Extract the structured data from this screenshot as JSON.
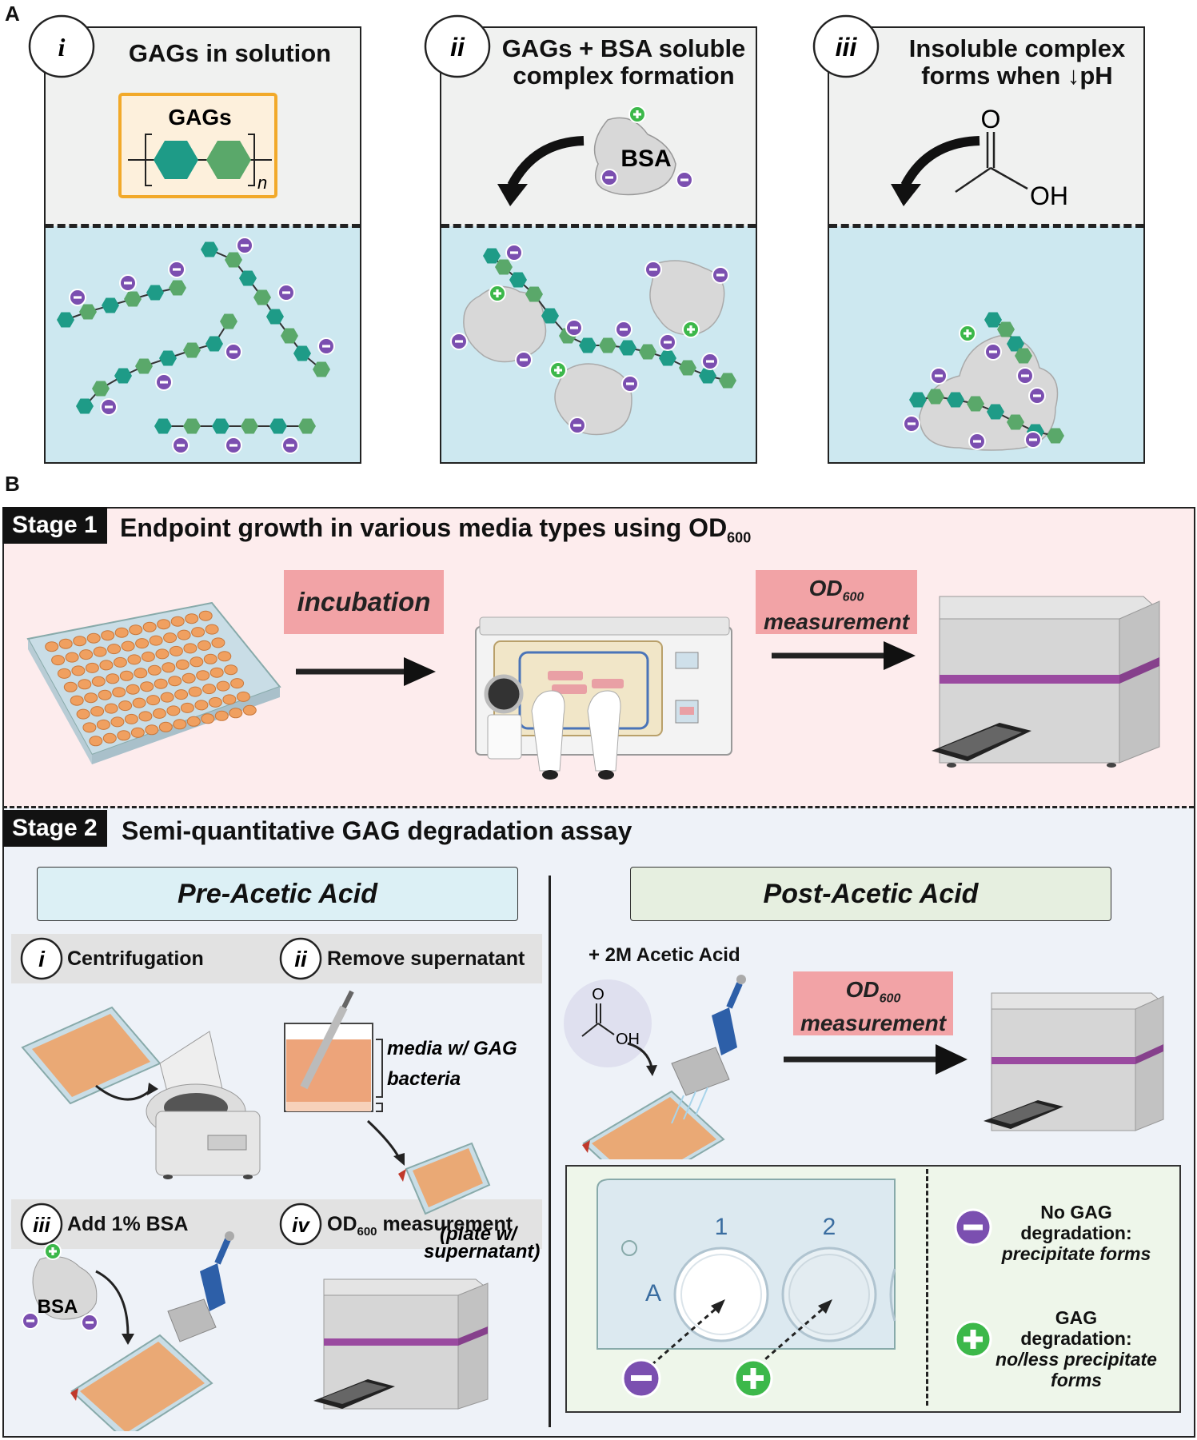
{
  "panel_a": {
    "letter": "A",
    "boxes": [
      {
        "numeral": "i",
        "title": "GAGs in solution"
      },
      {
        "numeral": "ii",
        "title_line1": "GAGs + BSA soluble",
        "title_line2": "complex formation"
      },
      {
        "numeral": "iii",
        "title_line1": "Insoluble complex",
        "title_line2": "forms when ↓pH"
      }
    ],
    "gag_box_label": "GAGs",
    "gag_subscript": "n",
    "bsa_label": "BSA",
    "acid_o": "O",
    "acid_oh": "OH"
  },
  "panel_b": {
    "letter": "B",
    "stage1": {
      "tag": "Stage 1",
      "title": "Endpoint growth in various media types using OD",
      "title_sub": "600",
      "incubation": "incubation",
      "od_label": "OD",
      "od_sub": "600",
      "measurement": "measurement"
    },
    "stage2": {
      "tag": "Stage 2",
      "title": "Semi-quantitative GAG degradation assay",
      "pre_header": "Pre-Acetic Acid",
      "post_header": "Post-Acetic Acid",
      "steps": [
        {
          "numeral": "i",
          "label": "Centrifugation"
        },
        {
          "numeral": "ii",
          "label": "Remove supernatant"
        },
        {
          "numeral": "iii",
          "label": "Add 1% BSA"
        },
        {
          "numeral": "iv",
          "label": "OD",
          "sub": "600",
          "label_rest": " measurement"
        }
      ],
      "media_label": "media w/ GAG",
      "bacteria_label": "bacteria",
      "plate_label_1": "(plate w/",
      "plate_label_2": "supernatant)",
      "bsa_label": "BSA",
      "acetic_add": "+ 2M Acetic Acid",
      "acid_o": "O",
      "acid_oh": "OH",
      "od_label": "OD",
      "od_sub": "600",
      "measurement": "measurement",
      "well_col_1": "1",
      "well_col_2": "2",
      "well_row": "A",
      "legend": {
        "neg_l1": "No GAG",
        "neg_l2": "degradation:",
        "neg_l3": "precipitate forms",
        "pos_l1": "GAG",
        "pos_l2": "degradation:",
        "pos_l3": "no/less precipitate",
        "pos_l4": "forms"
      }
    }
  },
  "colors": {
    "water": "#cde8f0",
    "air": "#f0f1f0",
    "stage1_bg": "#fdeced",
    "stage2_bg": "#eef2f8",
    "pink_label": "#f2a3a6",
    "pre_header_bg": "#dcf0f5",
    "post_header_bg": "#e6efe0",
    "legend_bg": "#eef6ea",
    "teal_hex": "#1e9b87",
    "green_hex": "#5aa86a",
    "negative": "#7b4fb0",
    "positive": "#3cb84a",
    "orange_well": "#f0a060",
    "reader_band": "#9a4aa0"
  }
}
